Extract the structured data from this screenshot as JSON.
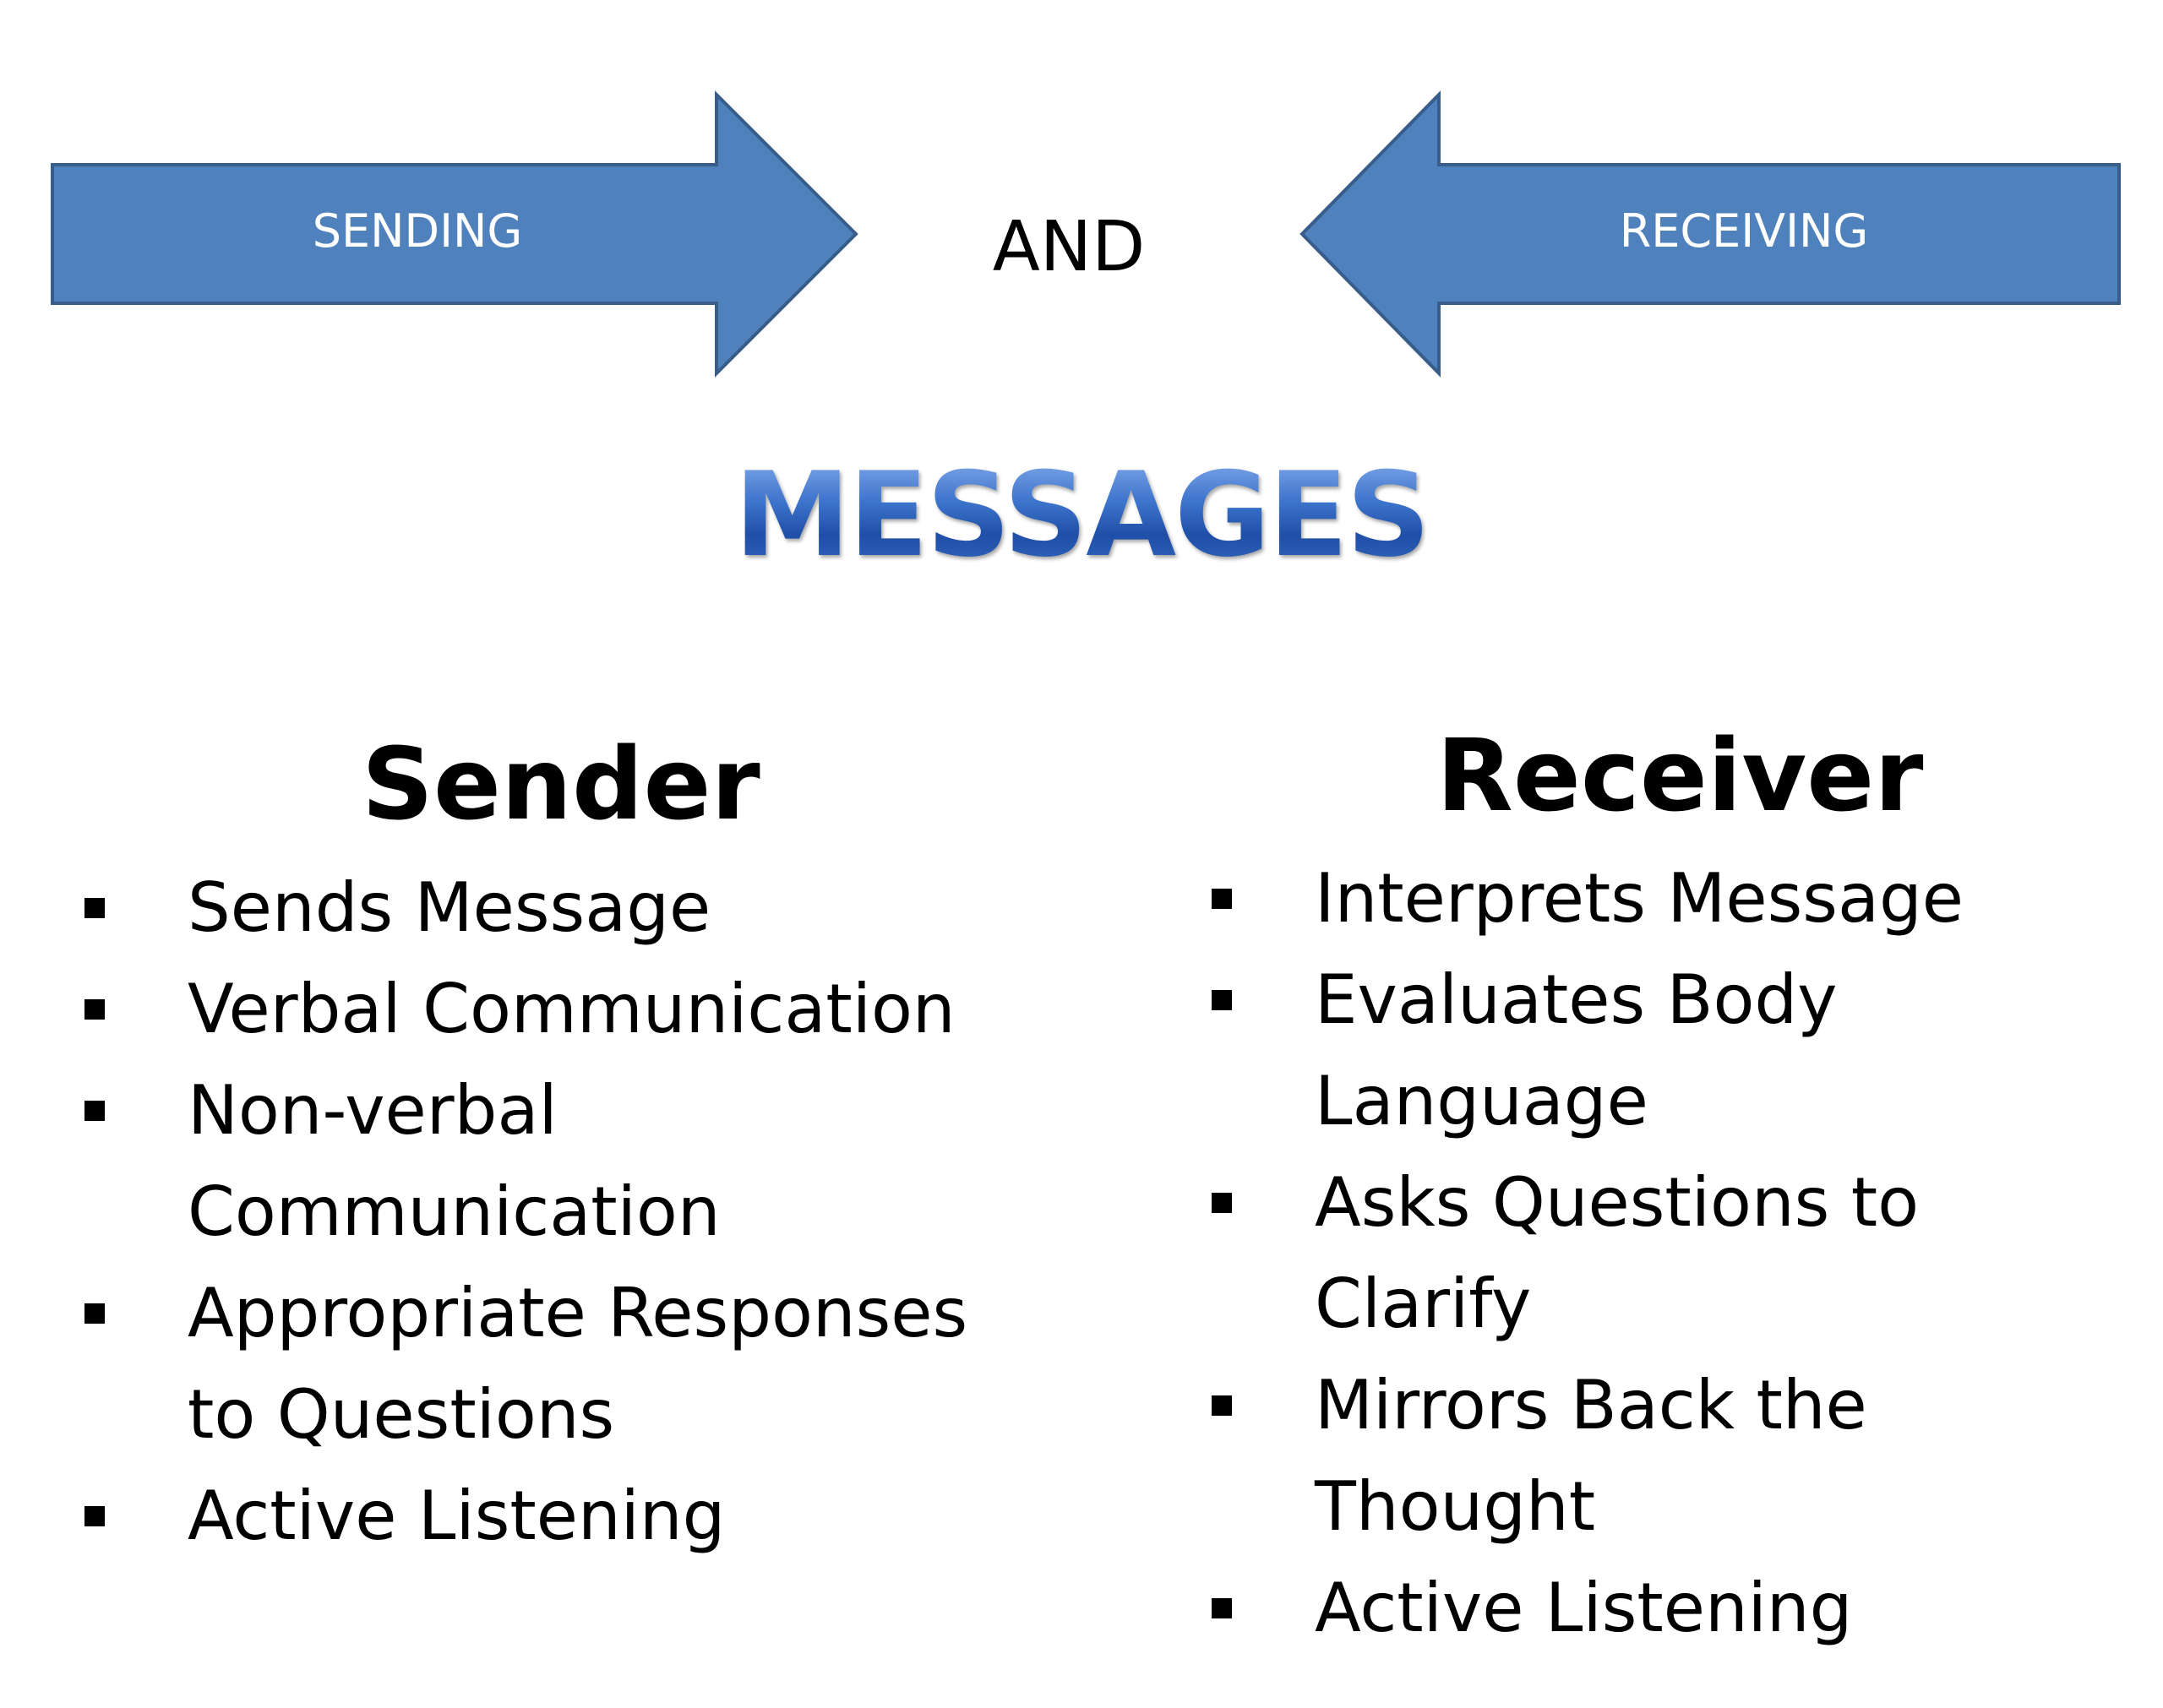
{
  "colors": {
    "arrow_fill": "#4f81bd",
    "arrow_stroke": "#385d8a",
    "title_color": "#2f62b8"
  },
  "arrows": {
    "left_label": "SENDING",
    "connector": "AND",
    "right_label": "RECEIVING"
  },
  "title": "MESSAGES",
  "sender": {
    "heading": "Sender",
    "items": [
      "Sends Message",
      "Verbal Communication",
      "Non-verbal Communication",
      "Appropriate Responses to Questions",
      "Active Listening"
    ]
  },
  "receiver": {
    "heading": "Receiver",
    "items": [
      "Interprets Message",
      "Evaluates Body Language",
      "Asks Questions to Clarify",
      "Mirrors Back the Thought",
      "Active Listening"
    ]
  }
}
